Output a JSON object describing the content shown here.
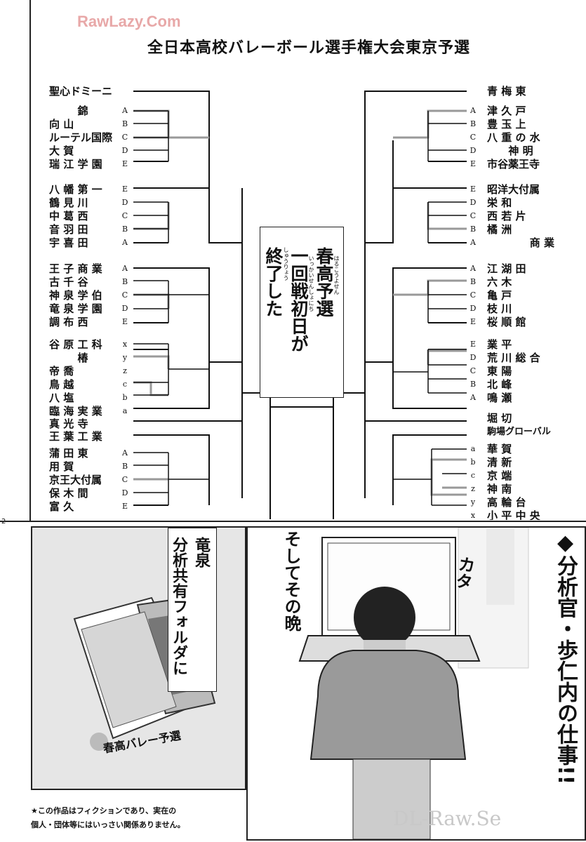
{
  "watermark_top": "RawLazy.Com",
  "watermark_bottom": "DL-Raw.Se",
  "title": "全日本高校バレーボール選手権大会東京予選",
  "page_number": "2",
  "left_teams": [
    "聖心ドミーニ",
    "錦",
    "向 山",
    "ルーテル国際",
    "大 賀",
    "瑞 江 学 園",
    "八 幡 第 一",
    "鶴 見 川",
    "中 葛 西",
    "音 羽 田",
    "宇 喜 田",
    "王 子 商 業",
    "古 千 谷",
    "神 泉 学 伯",
    "竜 泉 学 園",
    "調 布 西",
    "谷 原 工 科",
    "椿",
    "帝 喬",
    "鳥 越",
    "八 塩",
    "臨 海 実 業",
    "真 光 寺",
    "王 葉 工 業",
    "蒲 田 東",
    "用 賀",
    "京王大付属",
    "保 木 間",
    "富 久"
  ],
  "left_seeds": [
    "A",
    "B",
    "C",
    "D",
    "E",
    "E",
    "D",
    "C",
    "B",
    "A",
    "A",
    "B",
    "C",
    "D",
    "E",
    "x",
    "y",
    "z",
    "c",
    "b",
    "a",
    "A",
    "B",
    "C",
    "D",
    "E"
  ],
  "right_teams": [
    "青 梅 東",
    "津 久 戸",
    "豊 玉 上",
    "八 重 の 水",
    "神 明",
    "市谷薬王寺",
    "昭洋大付属",
    "栄 和",
    "西 若 片",
    "橘 洲",
    "商 業",
    "江 湖 田",
    "六 木",
    "亀 戸",
    "枝 川",
    "桜 順 館",
    "業 平",
    "荒 川 総 合",
    "東 陽",
    "北 峰",
    "鳴 瀬",
    "堀 切",
    "駒場グローバル",
    "華 賀",
    "清 新",
    "京 端",
    "神 南",
    "高 輪 台",
    "小 平 中 央"
  ],
  "right_seeds": [
    "A",
    "B",
    "C",
    "D",
    "E",
    "E",
    "D",
    "C",
    "B",
    "A",
    "A",
    "B",
    "C",
    "D",
    "E",
    "E",
    "D",
    "C",
    "B",
    "A",
    "a",
    "b",
    "c",
    "z",
    "y",
    "x"
  ],
  "notice": {
    "line1": "春高予選",
    "line2": "一回戦初日が",
    "line3": "終了した"
  },
  "furigana": {
    "line1": "はるこうよせん",
    "line2": "いっかいせんしょにち",
    "line3": "しゅうりょう"
  },
  "panel_left": {
    "caption_line1": "竜泉",
    "caption_line2": "分析共有フォルダに",
    "folder_label": "春高バレー予選"
  },
  "panel_right": {
    "caption": "そしてその晩",
    "sfx": "カタ",
    "headline": "◆分析官・歩仁内の仕事!!"
  },
  "disclaimer": {
    "line1": "★この作品はフィクションであり、実在の",
    "line2": "個人・団体等にはいっさい関係ありません。"
  }
}
